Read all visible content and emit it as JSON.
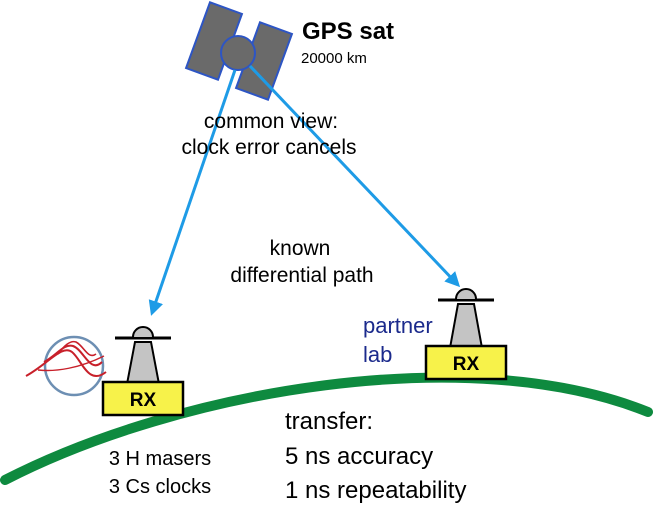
{
  "satellite": {
    "title": "GPS sat",
    "altitude": "20000 km"
  },
  "common_view": {
    "line1": "common view:",
    "line2": "clock error cancels"
  },
  "known_path": {
    "line1": "known",
    "line2": "differential path"
  },
  "partner": {
    "line1": "partner",
    "line2": "lab"
  },
  "receivers": {
    "local_label": "RX",
    "partner_label": "RX"
  },
  "local_clocks": {
    "line1": "3 H masers",
    "line2": "3 Cs clocks"
  },
  "transfer": {
    "line1": "transfer:",
    "line2": "5 ns accuracy",
    "line3": "1 ns repeatability"
  },
  "colors": {
    "signal": "#1e9be6",
    "ground": "#0e8a3f",
    "satellite": "#6a6a6a",
    "receiver_box": "#f7f24a",
    "partner_text": "#1b2a8c"
  }
}
